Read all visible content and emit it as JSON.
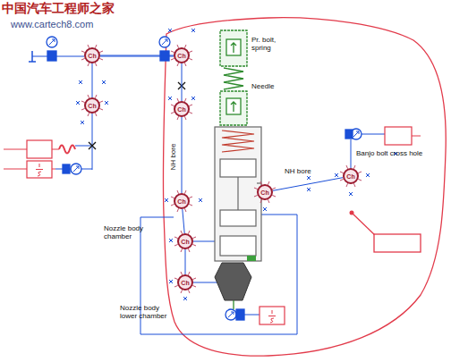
{
  "diagram": {
    "nodes": [
      {
        "text": [
          "Ch"
        ]
      },
      {
        "text": [
          "Ch"
        ]
      },
      {
        "text": [
          "Ch"
        ]
      },
      {
        "text": [
          "Ch"
        ]
      },
      {
        "text": [
          "Ch"
        ]
      },
      {
        "text": [
          "Ch"
        ]
      },
      {
        "text": [
          "Ch"
        ]
      },
      {
        "text": [
          "Ch"
        ]
      },
      {
        "text": [
          "Ch"
        ]
      }
    ],
    "edges": [
      {
        "from": 0,
        "to": 1,
        "arrow": "none"
      },
      {
        "from": 0,
        "to": 2,
        "arrow": "none"
      },
      {
        "from": 1,
        "to": 3,
        "arrow": "none"
      },
      {
        "from": 3,
        "to": 6,
        "label": "NH bore",
        "arrow": "none"
      },
      {
        "from": 5,
        "to": 4,
        "label": "NH bore",
        "arrow": "none"
      },
      {
        "from": 6,
        "to": 7,
        "arrow": "none"
      },
      {
        "from": 7,
        "to": 8,
        "arrow": "none"
      }
    ],
    "labels": [
      "中国汽车工程师之家",
      "www.cartech8.com",
      "Pr. bolt, spring",
      "Needle",
      "Banjo bolt cross hole",
      "Nozzle body chamber",
      "Nozzle body lower chamber"
    ]
  }
}
